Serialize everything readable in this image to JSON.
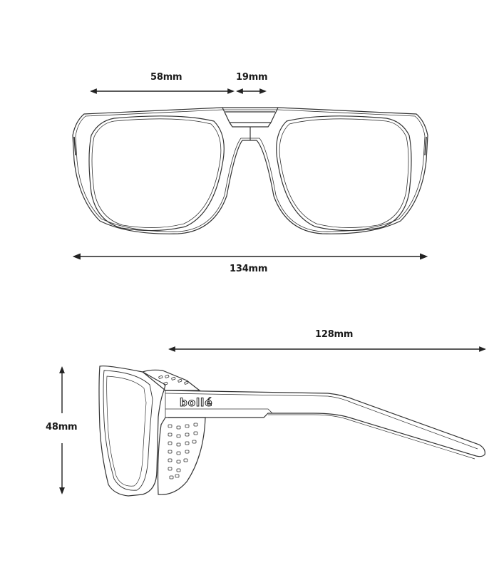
{
  "diagram": {
    "type": "product-dimension-drawing",
    "brand_logo": "bollé",
    "front_view": {
      "lens_width": "58mm",
      "bridge_width": "19mm",
      "frame_width": "134mm"
    },
    "side_view": {
      "temple_length": "128mm",
      "lens_height": "48mm"
    }
  },
  "colors": {
    "line": "#222222",
    "background": "#ffffff"
  }
}
